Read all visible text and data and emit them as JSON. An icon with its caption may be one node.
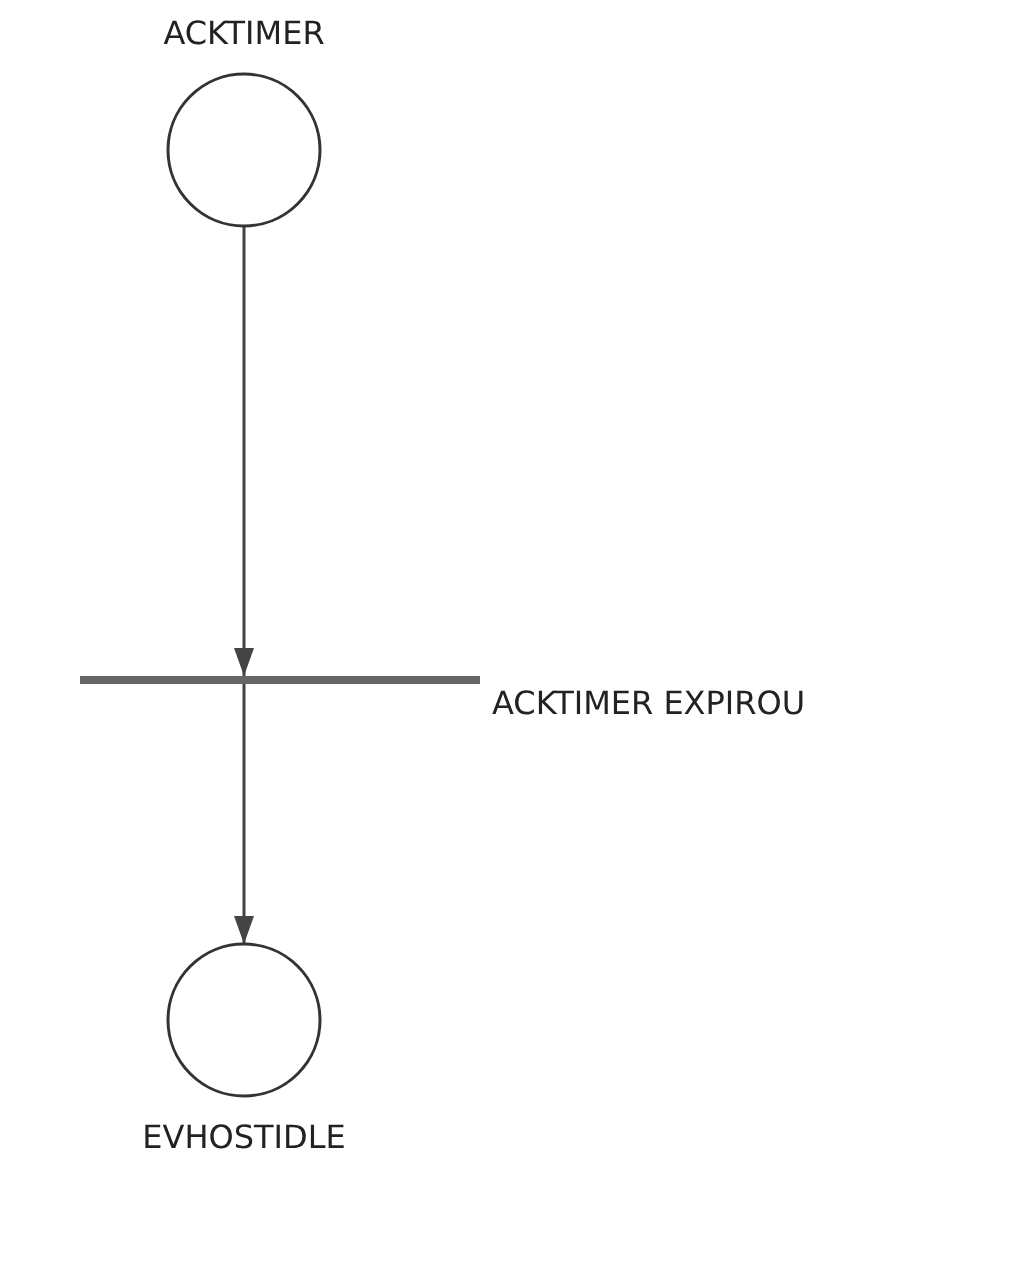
{
  "diagram": {
    "nodes": [
      {
        "text": [
          "ACKTIMER"
        ]
      },
      {
        "text": [
          "ACKTIMER EXPIROU"
        ]
      },
      {
        "text": [
          "EVHOSTIDLE"
        ]
      }
    ],
    "edges": [
      {
        "from": 0,
        "to": 1,
        "arrow": "to"
      },
      {
        "from": 1,
        "to": 2,
        "arrow": "to"
      }
    ]
  }
}
